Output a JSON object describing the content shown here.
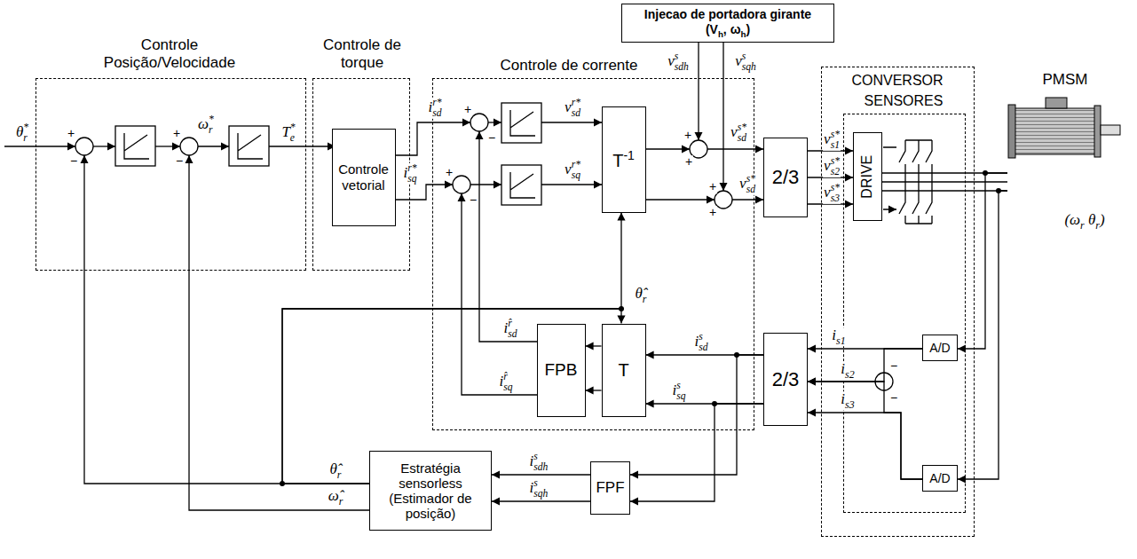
{
  "diagram": {
    "nodes": [
      {
        "text": [
          "Controle Posição/Velocidade"
        ]
      },
      {
        "text": [
          "Controle de torque"
        ]
      },
      {
        "text": [
          "Controle vetorial"
        ],
        "in": 1
      },
      {
        "text": [
          "Controle de corrente"
        ]
      },
      {
        "text": [
          "T-1"
        ],
        "in": 3
      },
      {
        "text": [
          "T"
        ],
        "in": 3
      },
      {
        "text": [
          "FPB"
        ],
        "in": 3
      },
      {
        "text": [
          "Injecao de portadora girante",
          "(Vh, ωh)"
        ]
      },
      {
        "text": [
          "2/3"
        ]
      },
      {
        "text": [
          "2/3"
        ]
      },
      {
        "text": [
          "CONVERSOR"
        ]
      },
      {
        "text": [
          "SENSORES"
        ],
        "in": 10
      },
      {
        "text": [
          "DRIVE"
        ],
        "in": 11
      },
      {
        "text": [
          "A/D"
        ],
        "in": 11
      },
      {
        "text": [
          "A/D"
        ],
        "in": 11
      },
      {
        "text": [
          "FPF"
        ]
      },
      {
        "text": [
          "Estratégia sensorless",
          "(Estimador de posição)"
        ]
      },
      {
        "text": [
          "PMSM"
        ]
      }
    ],
    "edges": [
      {
        "from": 8,
        "to": 12,
        "arrow": "to",
        "label": "vs1s*"
      },
      {
        "from": 8,
        "to": 12,
        "arrow": "to",
        "label": "vs2s*"
      },
      {
        "from": 8,
        "to": 12,
        "arrow": "to",
        "label": "vs3s*"
      },
      {
        "from": 12,
        "to": 17,
        "arrow": "none"
      },
      {
        "from": 12,
        "to": 17,
        "arrow": "none"
      },
      {
        "from": 12,
        "to": 17,
        "arrow": "none"
      },
      {
        "from": 17,
        "to": 13,
        "arrow": "to"
      },
      {
        "from": 17,
        "to": 14,
        "arrow": "to"
      },
      {
        "from": 13,
        "to": 9,
        "arrow": "to",
        "label": "is1"
      },
      {
        "from": 13,
        "to": 9,
        "arrow": "to",
        "label": "is2"
      },
      {
        "from": 14,
        "to": 9,
        "arrow": "to"
      },
      {
        "from": 14,
        "to": 9,
        "arrow": "to",
        "label": "is3"
      },
      {
        "from": 9,
        "to": 5,
        "arrow": "to",
        "label": "isds"
      },
      {
        "from": 9,
        "to": 5,
        "arrow": "to",
        "label": "isqs"
      },
      {
        "from": 9,
        "to": 15,
        "arrow": "to"
      },
      {
        "from": 9,
        "to": 15,
        "arrow": "to"
      },
      {
        "from": 5,
        "to": 6,
        "arrow": "to"
      },
      {
        "from": 5,
        "to": 6,
        "arrow": "to"
      },
      {
        "from": 15,
        "to": 16,
        "arrow": "to",
        "label": "isdhs"
      },
      {
        "from": 15,
        "to": 16,
        "arrow": "to",
        "label": "isqhs"
      },
      {
        "from": 16,
        "to": 4,
        "arrow": "to"
      },
      {
        "from": 16,
        "to": 5,
        "arrow": "to"
      }
    ],
    "labels": [
      "θr*",
      "+",
      "−",
      "ωr*",
      "+",
      "−",
      "Te*",
      "isdr*",
      "isqr*",
      "+",
      "−",
      "+",
      "−",
      "vsdr*",
      "vsqr*",
      "θ̂r",
      "vsdhs",
      "vsqhs",
      "+",
      "+",
      "vsds*",
      "+",
      "+",
      "vsds*",
      "isdr̂",
      "isqr̂",
      "−",
      "−",
      "θ̂r",
      "ω̂r",
      "(ωr θr)"
    ]
  }
}
